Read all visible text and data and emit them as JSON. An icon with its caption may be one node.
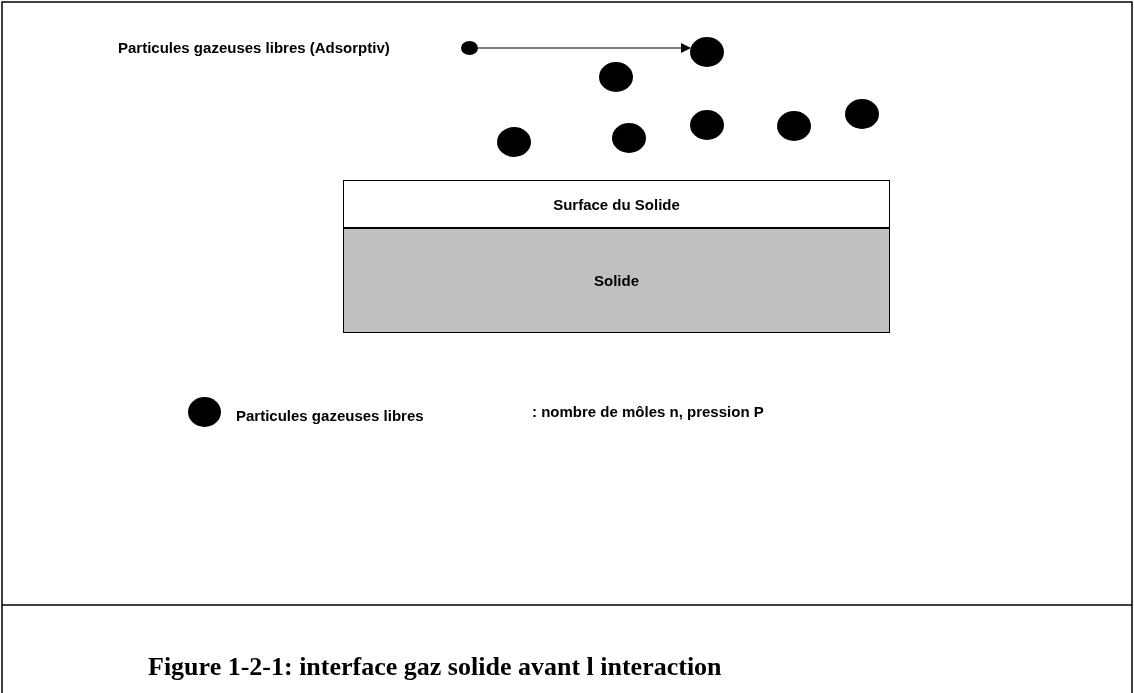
{
  "diagram": {
    "caption": "Figure 1-2-1: interface gaz solide avant l interaction",
    "nodes": [
      {
        "text": [],
        "shape": "circle"
      },
      {
        "text": [],
        "shape": "circle"
      },
      {
        "text": [
          "Surface du Solide"
        ]
      },
      {
        "text": [
          "Solide"
        ]
      }
    ],
    "edges": [
      {
        "from": 0,
        "to": 1,
        "arrow": "to"
      }
    ],
    "labels": [
      "Particules gazeuses libres (Adsorptiv)",
      ": nombre de môles n, pression P"
    ],
    "legend": [
      {
        "text": "Particules gazeuses libres",
        "color": "#000000"
      }
    ]
  }
}
